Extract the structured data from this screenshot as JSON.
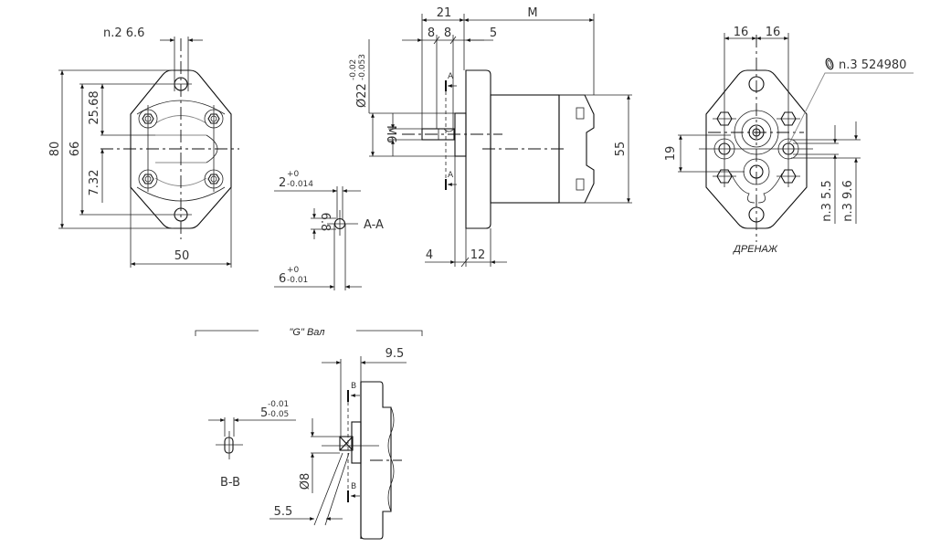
{
  "front_view": {
    "holes_label": "n.2  6.6",
    "dim_height": "80",
    "dim_hole_spacing": "66",
    "dim_upper": "25.68",
    "dim_lower": "7.32",
    "dim_width": "50"
  },
  "side_view": {
    "dim_21": "21",
    "dim_M": "M",
    "dim_8a": "8",
    "dim_8b": "8",
    "dim_5": "5",
    "dim_pilot": "Ø22",
    "dim_pilot_upper_tol": "-0.02",
    "dim_pilot_lower_tol": "-0.053",
    "dim_thread": "M6",
    "dim_55": "55",
    "dim_4": "4",
    "dim_12": "12",
    "section_mark": "A"
  },
  "section_aa": {
    "title": "A-A",
    "key_width": "2",
    "key_width_upper_tol": "+0",
    "key_width_lower_tol": "-0.014",
    "dim_68": "6.8",
    "shaft_dia": "6",
    "shaft_dia_upper_tol": "+0",
    "shaft_dia_lower_tol": "-0.01"
  },
  "rear_view": {
    "dim_16a": "16",
    "dim_16b": "16",
    "seal_label": "n.3  524980",
    "dim_19": "19",
    "dim_port_55": "n.3  5.5",
    "dim_port_96": "n.3  9.6",
    "drain_label": "ДРЕНАЖ"
  },
  "shaft_g": {
    "title": "\"G\" Вал",
    "dim_95": "9.5",
    "key_width": "5",
    "key_upper_tol": "-0.01",
    "key_lower_tol": "-0.05",
    "dim_dia8": "Ø8",
    "dim_55": "5.5",
    "section_mark": "B",
    "section_title": "B-B"
  }
}
